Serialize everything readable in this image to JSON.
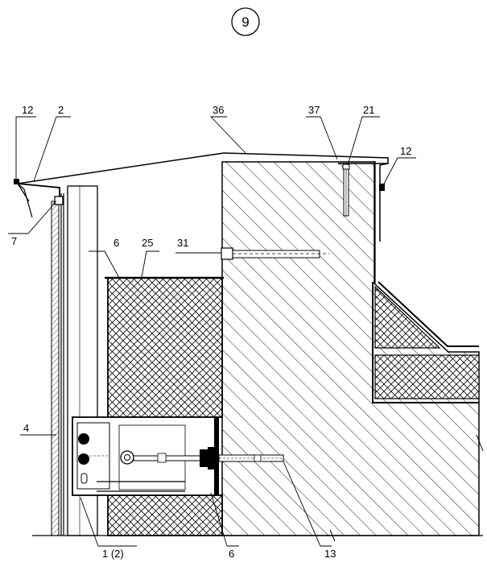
{
  "sheet": {
    "number": "9"
  },
  "callouts": {
    "c12_left": "12",
    "c2": "2",
    "c36": "36",
    "c37": "37",
    "c21": "21",
    "c12_right": "12",
    "c7": "7",
    "c6_top": "6",
    "c25": "25",
    "c31": "31",
    "c4": "4",
    "c1_2": "1 (2)",
    "c6_bottom": "6",
    "c13": "13"
  }
}
